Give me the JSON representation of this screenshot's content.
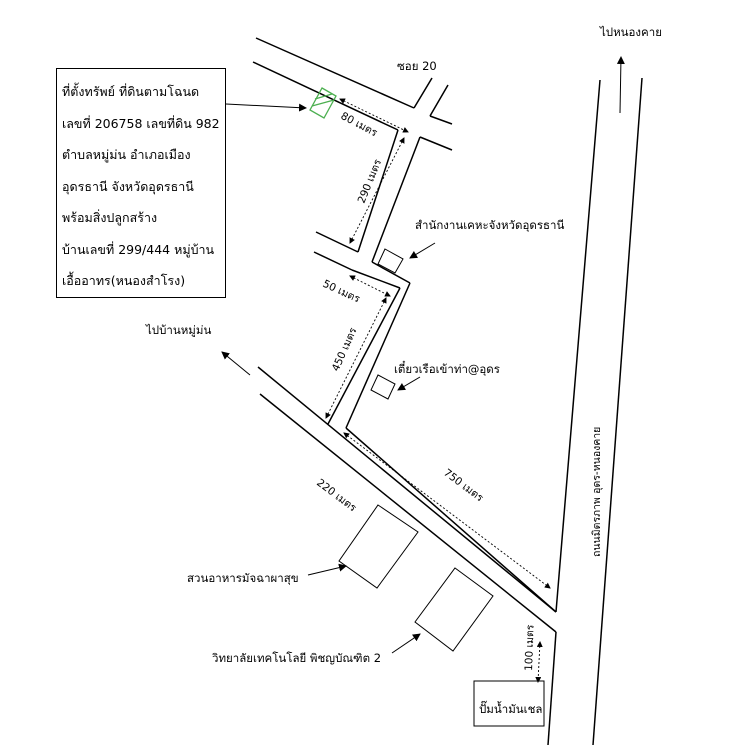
{
  "property_info": {
    "lines": [
      "ที่ตั้งทรัพย์ ที่ดินตามโฉนด",
      "เลขที่ 206758 เลขที่ดิน 982",
      "ตำบลหมู่ม่น อำเภอเมือง",
      "อุดรธานี จังหวัดอุดรธานี",
      "พร้อมสิ่งปลูกสร้าง",
      "บ้านเลขที่ 299/444 หมู่บ้าน",
      "เอื้ออาทร(หนองสำโรง)"
    ]
  },
  "directions": {
    "to_nong_khai": "ไปหนองคาย",
    "to_ban_mu_mon": "ไปบ้านหมู่ม่น"
  },
  "roads": {
    "soi": "ซอย 20",
    "main_road": "ถนนมิตรภาพ อุดร-หนองคาย"
  },
  "landmarks": {
    "land_office": "สำนักงานเคหะจังหวัดอุดรธานี",
    "restaurant_tiew": "เตี๋ยวเรือเข้าท่า@อุดร",
    "garden_restaurant": "สวนอาหารมัจฉาผาสุข",
    "college": "วิทยาลัยเทคโนโลยี พิชญบัณฑิต 2",
    "gas_station": "ปั๊มน้ำมันเชล"
  },
  "distances": {
    "d80": "80 เมตร",
    "d290": "290 เมตร",
    "d50": "50 เมตร",
    "d450": "450 เมตร",
    "d220": "220 เมตร",
    "d750": "750 เมตร",
    "d100": "100 เมตร"
  },
  "colors": {
    "line": "#000000",
    "parcel": "#4caf50"
  }
}
